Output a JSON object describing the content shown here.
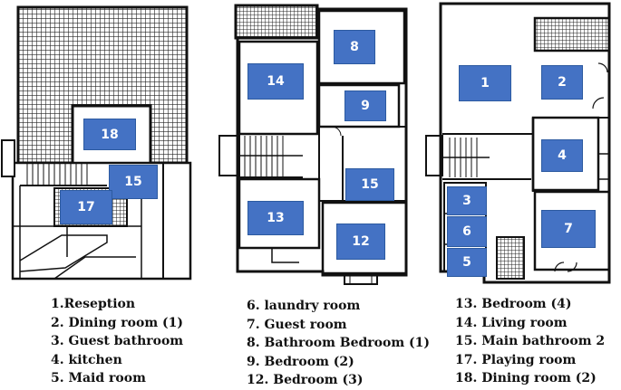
{
  "accent_color": "#4472c4",
  "rooms_floor1": [
    {
      "num": "18"
    },
    {
      "num": "15"
    },
    {
      "num": "17"
    }
  ],
  "rooms_floor2": [
    {
      "num": "8"
    },
    {
      "num": "14"
    },
    {
      "num": "9"
    },
    {
      "num": "15"
    },
    {
      "num": "13"
    },
    {
      "num": "12"
    }
  ],
  "rooms_floor3": [
    {
      "num": "1"
    },
    {
      "num": "2"
    },
    {
      "num": "4"
    },
    {
      "num": "3"
    },
    {
      "num": "7"
    },
    {
      "num": "6"
    },
    {
      "num": "5"
    }
  ],
  "legend_col1": [
    "1.Resеption",
    "2. Dining room (1)",
    "3. Guest bathroom",
    "4. kitchen",
    "5. Maid room"
  ],
  "legend_col2": [
    "6. laundry room",
    "7. Guest room",
    "8. Bathroom Bedroom (1)",
    "9. Bedroom (2)",
    "12. Bedroom (3)"
  ],
  "legend_col3": [
    "13. Bedroom (4)",
    "14. Living room",
    "15. Main bathroom 2",
    "17. Playing room",
    "18. Dining room (2)"
  ]
}
